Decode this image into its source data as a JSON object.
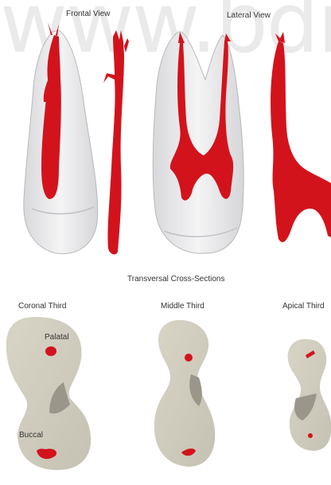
{
  "watermark_text": "www.bdig",
  "headings": {
    "frontal_view": "Frontal View",
    "lateral_view": "Lateral View",
    "cross_sections_title": "Transversal Cross-Sections",
    "coronal_third": "Coronal Third",
    "middle_third": "Middle Third",
    "apical_third": "Apical Third"
  },
  "canal_labels": {
    "palatal": "Palatal",
    "buccal": "Buccal"
  },
  "colors": {
    "canal_red": "#d3131c",
    "tooth_translucent": "#e4e4e6",
    "section_fill": "#cfcbbd",
    "section_shadow": "#9a968a"
  }
}
